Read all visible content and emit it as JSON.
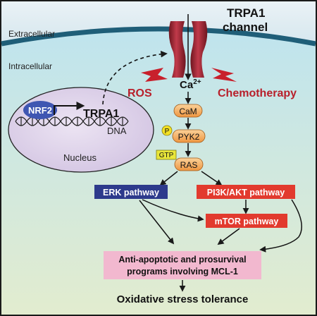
{
  "regions": {
    "extracellular": "Extracellular",
    "intracellular": "Intracellular"
  },
  "channel": {
    "line1": "TRPA1",
    "line2": "channel"
  },
  "ion": {
    "base": "Ca",
    "charge": "2+"
  },
  "stimuli": {
    "ros": "ROS",
    "chemotherapy": "Chemotherapy"
  },
  "nucleus": {
    "label": "Nucleus",
    "factor": "NRF2",
    "gene": "TRPA1",
    "dna": "DNA"
  },
  "cascade": {
    "cam": "CaM",
    "phospho": "P",
    "pyk2": "PYK2",
    "gtp": "GTP",
    "ras": "RAS"
  },
  "pathways": {
    "erk": "ERK pathway",
    "pi3k": "PI3K/AKT pathway",
    "mtor": "mTOR pathway"
  },
  "outcome": {
    "programs_line1": "Anti-apoptotic and prosurvival",
    "programs_line2": "programs involving MCL-1",
    "final": "Oxidative stress tolerance"
  },
  "colors": {
    "erk_box": "#2d3a8c",
    "pi3k_box": "#e23a2e",
    "stimulus_red": "#b81f2a",
    "cascade_orange": "#f3a24a",
    "nrf2_blue": "#3f56b2",
    "program_pink": "#f2b8cf"
  }
}
